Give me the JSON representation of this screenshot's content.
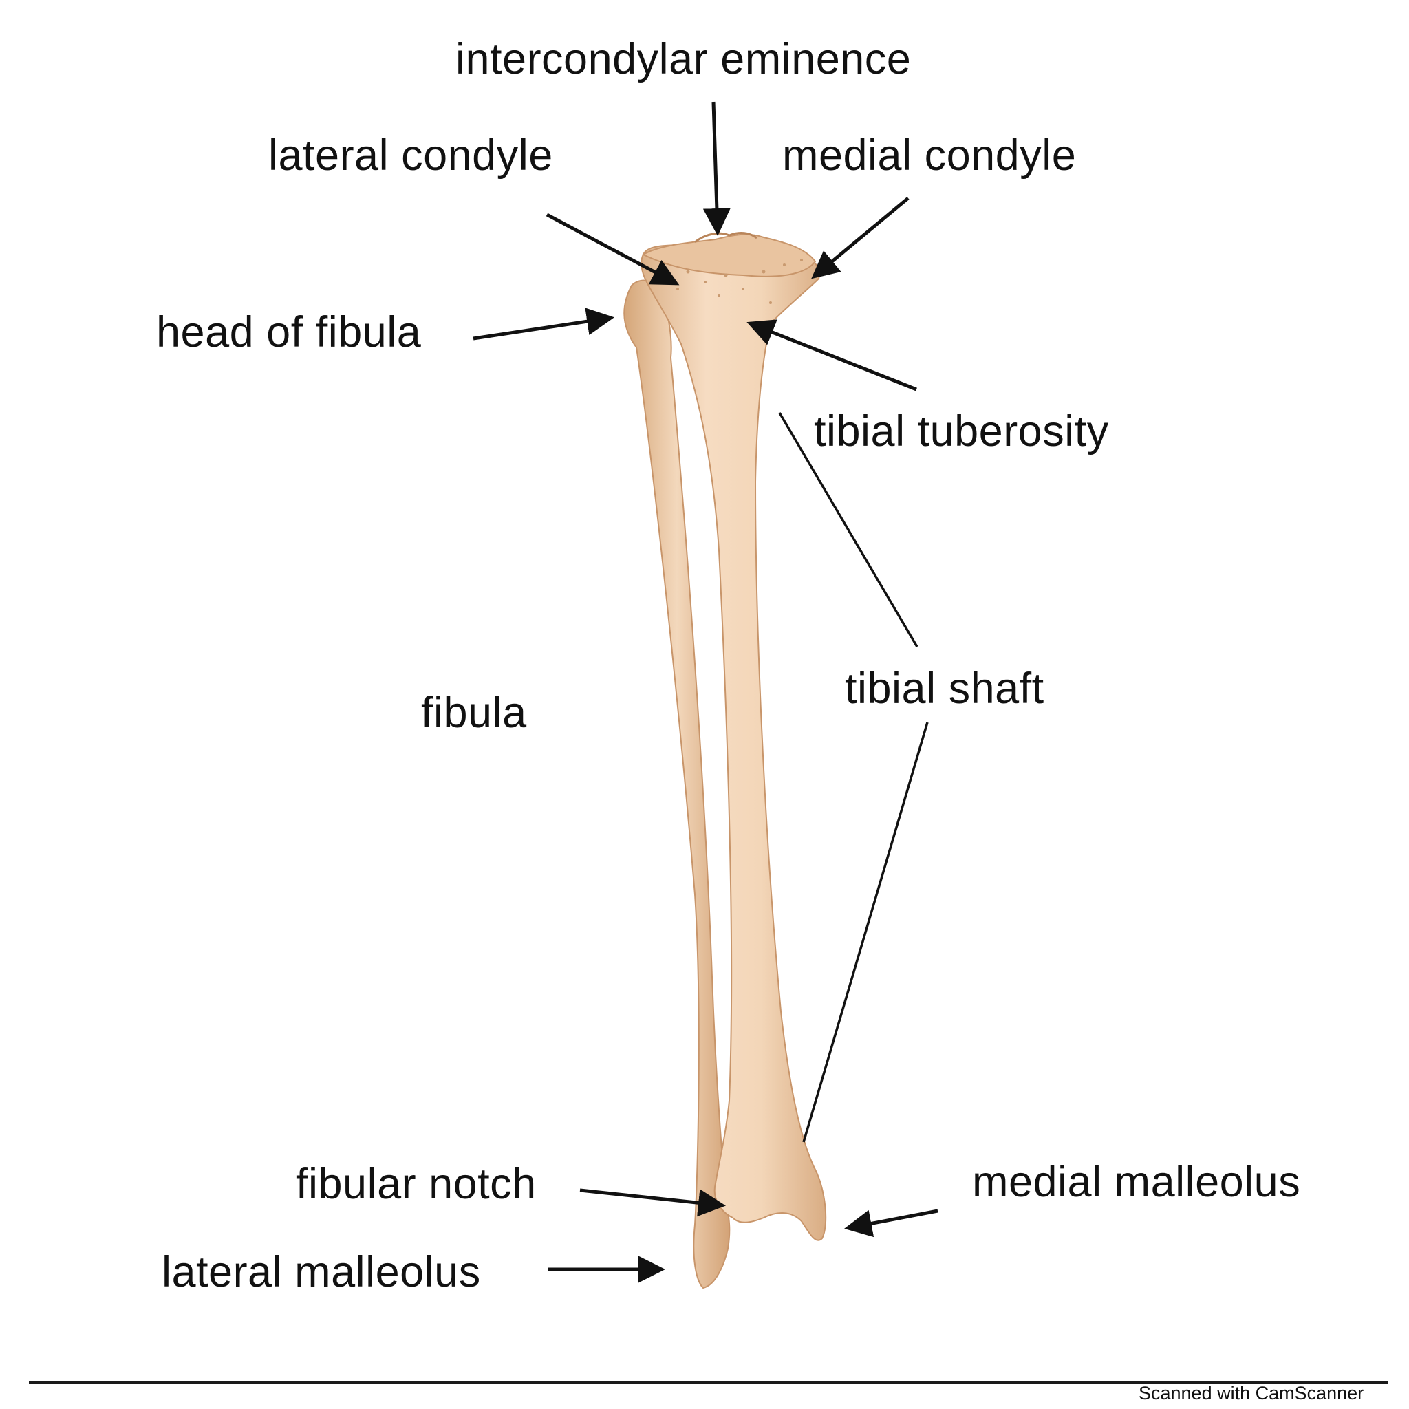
{
  "labels": {
    "intercondylar_eminence": "intercondylar eminence",
    "lateral_condyle": "lateral condyle",
    "medial_condyle": "medial condyle",
    "head_of_fibula": "head of fibula",
    "tibial_tuberosity": "tibial tuberosity",
    "fibula": "fibula",
    "tibial_shaft": "tibial shaft",
    "fibular_notch": "fibular notch",
    "medial_malleolus": "medial malleolus",
    "lateral_malleolus": "lateral malleolus"
  },
  "footer": {
    "scanner_text": "Scanned with CamScanner"
  },
  "colors": {
    "bone_fill": "#f0d2b2",
    "bone_shadow": "#d8ae85",
    "bone_highlight": "#f9e6d2",
    "ink": "#111111"
  }
}
